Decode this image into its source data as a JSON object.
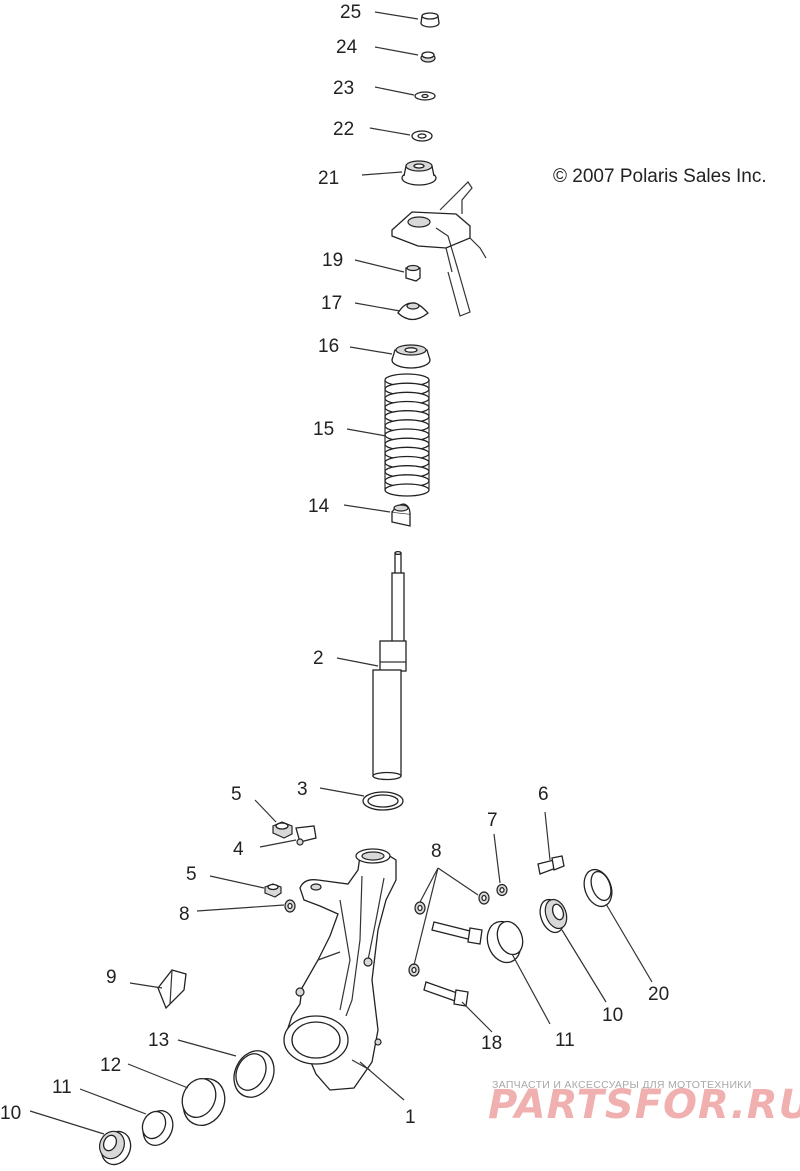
{
  "copyright": "© 2007 Polaris Sales Inc.",
  "watermark": {
    "tagline": "ЗАПЧАСТИ И АКСЕССУАРЫ ДЛЯ МОТОТЕХНИКИ",
    "brand": "PARTSFOR.RU"
  },
  "callouts": {
    "c25": "25",
    "c24": "24",
    "c23": "23",
    "c22": "22",
    "c21": "21",
    "c19": "19",
    "c17": "17",
    "c16": "16",
    "c15": "15",
    "c14": "14",
    "c2": "2",
    "c3": "3",
    "c5a": "5",
    "c4": "4",
    "c5b": "5",
    "c8a": "8",
    "c8b": "8",
    "c7": "7",
    "c6": "6",
    "c9": "9",
    "c13": "13",
    "c12": "12",
    "c11a": "11",
    "c10a": "10",
    "c1": "1",
    "c18": "18",
    "c11b": "11",
    "c10b": "10",
    "c20": "20"
  }
}
